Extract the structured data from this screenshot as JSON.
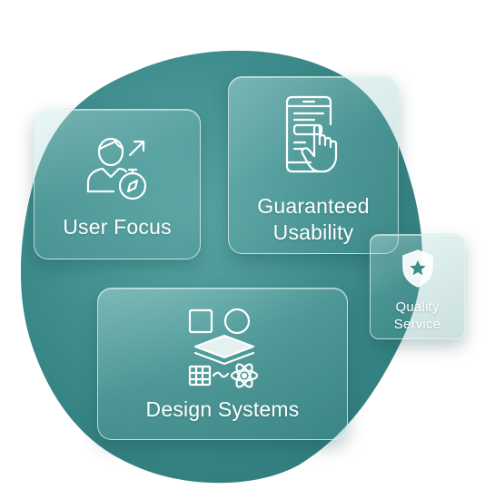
{
  "colors": {
    "blob": "#3e8c8c",
    "blob_highlight": "#5aa6a5",
    "card_border": "#e1f5f3",
    "text": "#ffffff"
  },
  "cards": {
    "user_focus": {
      "label": "User Focus",
      "icon": "user-compass-icon"
    },
    "usability": {
      "line1": "Guaranteed",
      "line2": "Usability",
      "icon": "phone-tap-icon"
    },
    "quality": {
      "line1": "Quality",
      "line2": "Service",
      "icon": "shield-star-icon"
    },
    "design": {
      "label": "Design Systems",
      "icon": "design-components-icon"
    }
  }
}
